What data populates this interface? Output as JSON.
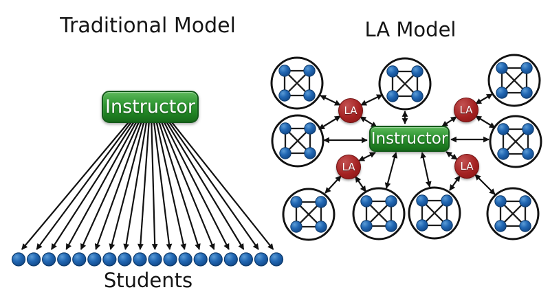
{
  "left_panel": {
    "title": "Traditional Model",
    "instructor_label": "Instructor",
    "students_label": "Students",
    "student_count": 18
  },
  "right_panel": {
    "title": "LA Model",
    "instructor_label": "Instructor",
    "la_label": "LA",
    "la_count": 4,
    "student_group_count": 9,
    "students_per_group": 4
  },
  "colors": {
    "background": "#ffffff",
    "instructor_green": "#2f9732",
    "la_red": "#a42222",
    "student_blue": "#1e63b0",
    "arrow_black": "#111111",
    "text_black": "#151515"
  }
}
